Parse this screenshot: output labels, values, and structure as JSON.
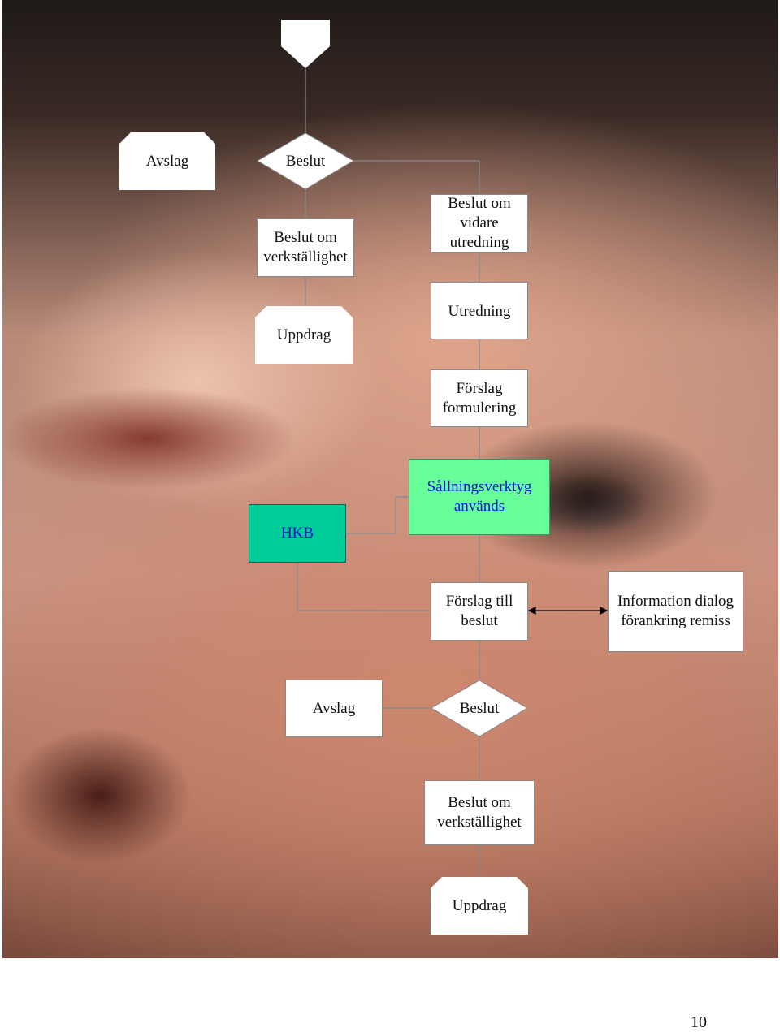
{
  "top": {
    "avslag": "Avslag",
    "beslut": "Beslut",
    "beslut_verkstallighet": [
      "Beslut om",
      "verkställighet"
    ],
    "beslut_vidare": [
      "Beslut om",
      "vidare",
      "utredning"
    ],
    "uppdrag": "Uppdrag",
    "utredning": "Utredning",
    "forslag_formulering": [
      "Förslag",
      "formulering"
    ]
  },
  "middle": {
    "hkb": "HKB",
    "sallning": [
      "Sållningsverktyg",
      "används"
    ],
    "forslag_beslut": [
      "Förslag till",
      "beslut"
    ],
    "information": [
      "Information dialog",
      "förankring remiss"
    ]
  },
  "bottom": {
    "avslag": "Avslag",
    "beslut": "Beslut",
    "beslut_verkstallighet": [
      "Beslut om",
      "verkställighet"
    ],
    "uppdrag": "Uppdrag"
  },
  "colors": {
    "green_box": "#66ff99",
    "teal_box": "#00cc99",
    "blue_text": "#1010d0"
  },
  "page_number": "10"
}
